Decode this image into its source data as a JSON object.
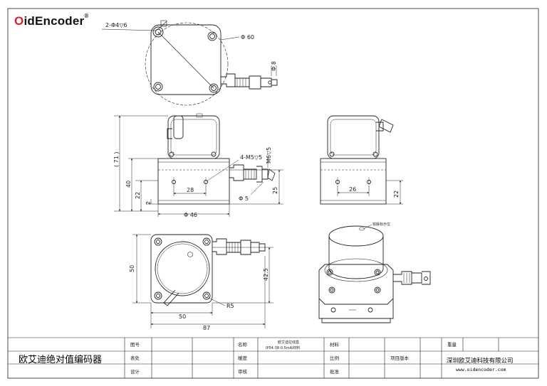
{
  "logo": {
    "brand_red": "O",
    "brand_rest": "idEncoder",
    "mark": "®"
  },
  "colors": {
    "brand": "#d2232a",
    "line": "#222222"
  },
  "dims": {
    "holes_top": "2-Φ4▽6",
    "dia_60": "Φ 60",
    "dia_8": "Φ 8",
    "h_71": "( 71 )",
    "h_40": "40",
    "h_22": "22",
    "h_2": "2",
    "w_28": "28",
    "dia_46": "Φ 46",
    "holes_side": "4-M5▽5",
    "thread": "M6▽5",
    "dia_5": "Φ 5",
    "h_25": "25",
    "w_26": "26",
    "h_22_right": "22",
    "h_50": "50",
    "h_42_5": "42.5",
    "r_5": "R5",
    "w_50": "50",
    "w_87": "87",
    "note_label": "铭版标示位"
  },
  "title_block": {
    "company_cn": "欧艾迪绝对值编码器",
    "r1c1": "图号",
    "r2c1": "表处",
    "r3c1": "设计",
    "r1c3": "名称",
    "r2c3": "暖度",
    "r3c3": "审核",
    "name_line1": "欧艾迪拉线盒",
    "name_line2": "IP54-38-0.5mAl材料",
    "r1c5": "材料",
    "r2c5": "比例",
    "r3c5": "批准",
    "r2c7": "项目版本",
    "r1c9": "重量",
    "company_full": "深圳欧艾迪科技有限公司",
    "website": "www.oidencoder.com"
  }
}
